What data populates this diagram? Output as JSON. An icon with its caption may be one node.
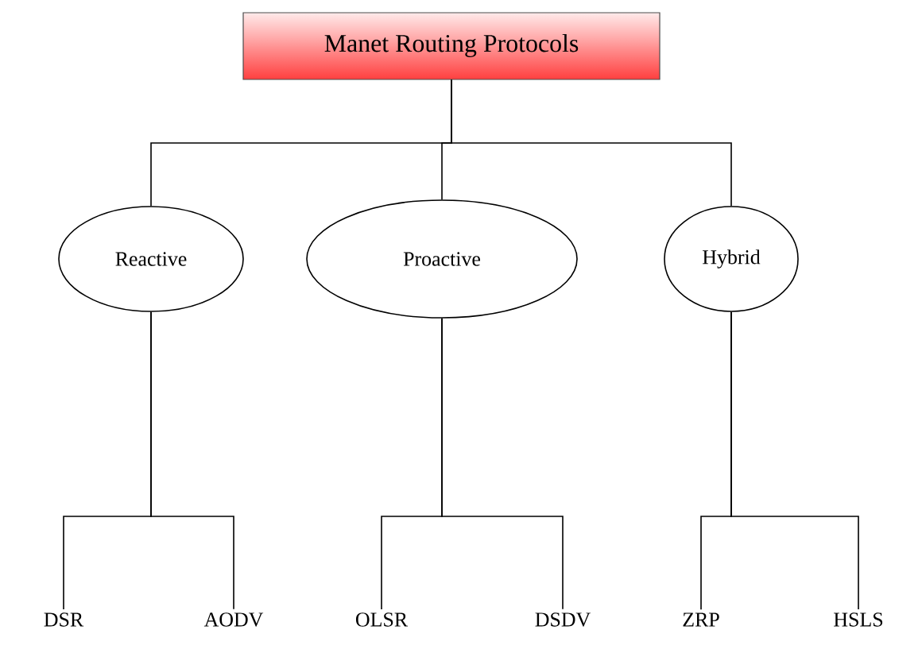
{
  "diagram": {
    "nodes": [
      {
        "text": [
          "Manet Routing Protocols"
        ]
      },
      {
        "text": [
          "Reactive"
        ]
      },
      {
        "text": [
          "Proactive"
        ]
      },
      {
        "text": [
          "Hybrid"
        ]
      },
      {
        "text": [
          "DSR"
        ]
      },
      {
        "text": [
          "AODV"
        ]
      },
      {
        "text": [
          "OLSR"
        ]
      },
      {
        "text": [
          "DSDV"
        ]
      },
      {
        "text": [
          "ZRP"
        ]
      },
      {
        "text": [
          "HSLS"
        ]
      }
    ],
    "edges": [
      {
        "from": 0,
        "to": 1,
        "arrow": "none"
      },
      {
        "from": 0,
        "to": 2,
        "arrow": "none"
      },
      {
        "from": 0,
        "to": 3,
        "arrow": "none"
      },
      {
        "from": 1,
        "to": 4,
        "arrow": "none"
      },
      {
        "from": 1,
        "to": 5,
        "arrow": "none"
      },
      {
        "from": 2,
        "to": 6,
        "arrow": "none"
      },
      {
        "from": 2,
        "to": 7,
        "arrow": "none"
      },
      {
        "from": 3,
        "to": 8,
        "arrow": "none"
      },
      {
        "from": 3,
        "to": 9,
        "arrow": "none"
      }
    ]
  }
}
